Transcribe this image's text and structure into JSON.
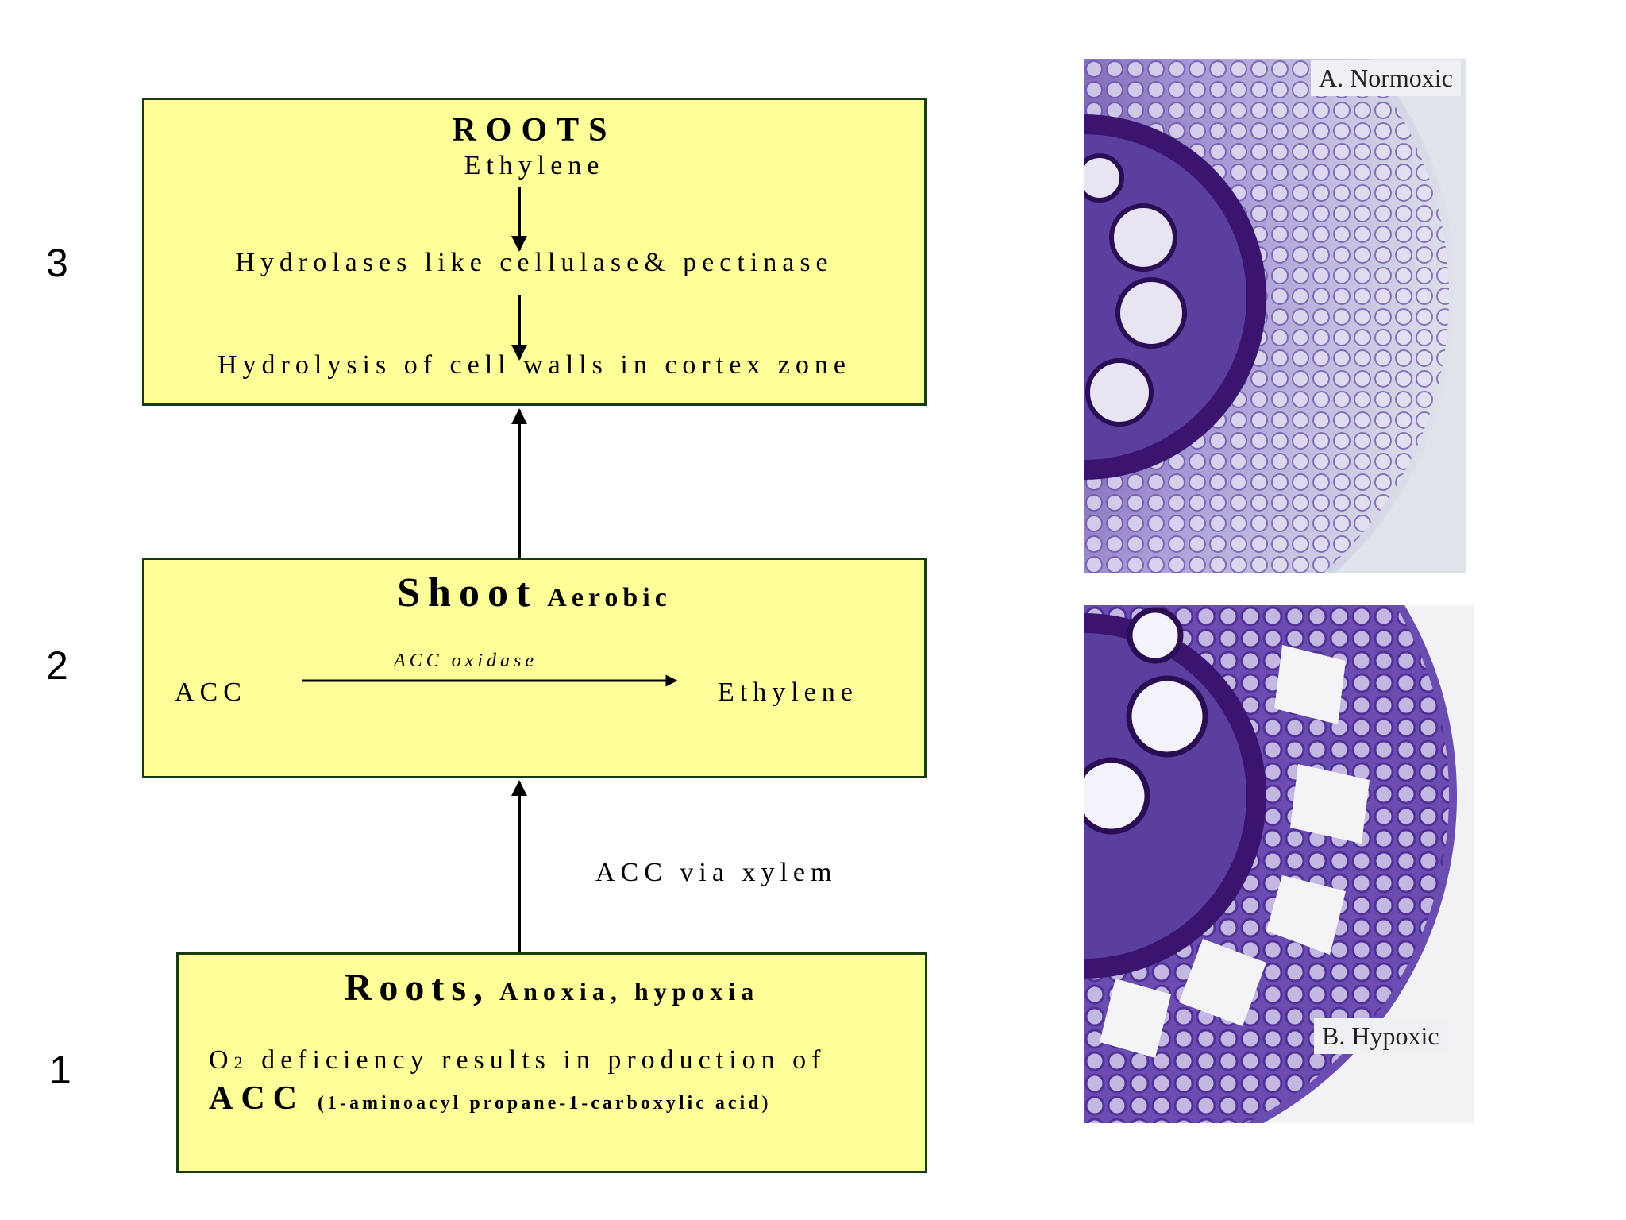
{
  "steps": {
    "one": "1",
    "two": "2",
    "three": "3"
  },
  "box_roots_top": {
    "title": "ROOTS",
    "line1": "Ethylene",
    "line2": "Hydrolases like cellulase& pectinase",
    "line3": "Hydrolysis of cell walls in cortex zone"
  },
  "box_shoot": {
    "title": "Shoot",
    "subtitle": "Aerobic",
    "left": "ACC",
    "enzyme": "ACC oxidase",
    "right": "Ethylene"
  },
  "transport_label": "ACC via xylem",
  "box_roots_bottom": {
    "title": "Roots,",
    "subtitle": "Anoxia, hypoxia",
    "o2_symbol": "O",
    "o2_subscript": "2",
    "deficiency_text": "deficiency results in production of",
    "acc": "ACC",
    "acc_full": "(1-aminoacyl propane-1-carboxylic acid)"
  },
  "photos": {
    "normoxic_label": "A. Normoxic",
    "hypoxic_label": "B. Hypoxic"
  },
  "colors": {
    "box_fill": "#ffff99",
    "box_border": "#1a3a12",
    "tissue_dark": "#3b1470",
    "tissue_mid": "#7a5cb8",
    "tissue_light": "#d9d3ee"
  }
}
